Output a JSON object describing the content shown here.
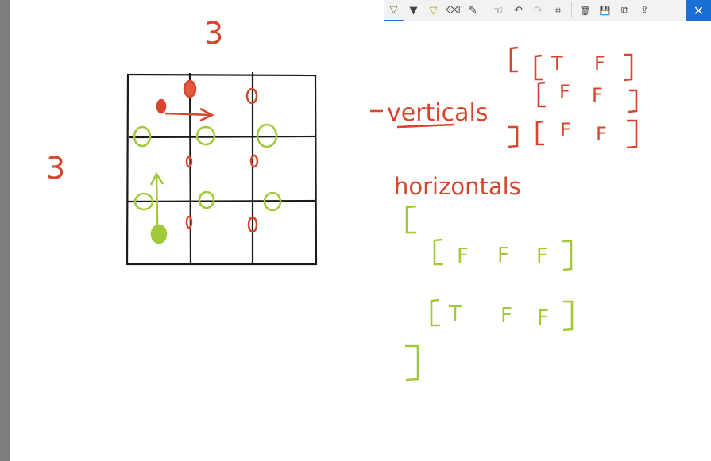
{
  "toolbar": {
    "tools": [
      {
        "name": "ballpoint-pen-tool",
        "glyph": "▽"
      },
      {
        "name": "pencil-tool",
        "glyph": "▼"
      },
      {
        "name": "highlighter-tool",
        "glyph": "▽"
      },
      {
        "name": "eraser-tool",
        "glyph": "⌫"
      },
      {
        "name": "ruler-tool",
        "glyph": "✎"
      },
      {
        "name": "touch-writing-tool",
        "glyph": "☜"
      },
      {
        "name": "undo-button",
        "glyph": "↶"
      },
      {
        "name": "redo-button",
        "glyph": "↷"
      },
      {
        "name": "crop-button",
        "glyph": "⌗"
      },
      {
        "name": "delete-button",
        "glyph": "🗑"
      },
      {
        "name": "save-button",
        "glyph": "💾"
      },
      {
        "name": "copy-button",
        "glyph": "⧉"
      },
      {
        "name": "share-button",
        "glyph": "⇪"
      }
    ],
    "close_glyph": "✕"
  },
  "whiteboard": {
    "top_number": "3",
    "left_number": "3",
    "verticals_label": "verticals",
    "vertical_rows": [
      {
        "values": [
          "T",
          "F"
        ]
      },
      {
        "values": [
          "F",
          "F"
        ]
      },
      {
        "values": [
          "F",
          "F"
        ]
      }
    ],
    "horizontals_label": "horizontals",
    "horizontal_rows": [
      {
        "values": [
          "F",
          "F",
          "F"
        ]
      },
      {
        "values": [
          "T",
          "F",
          "F"
        ]
      }
    ]
  },
  "colors": {
    "red_ink": "#d6452c",
    "green_ink": "#a3c93a",
    "grid_ink": "#1a1a1a",
    "accent": "#1a6fd6"
  }
}
